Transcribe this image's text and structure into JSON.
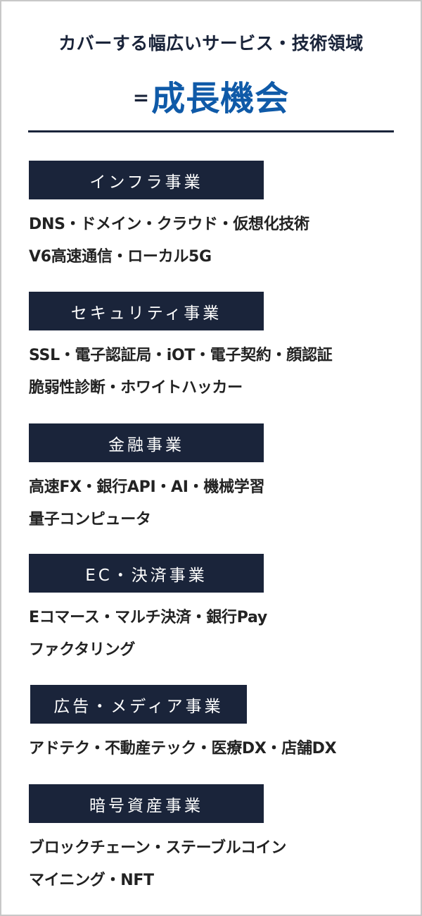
{
  "header": {
    "title": "カバーする幅広いサービス・技術領域",
    "equals": "=",
    "highlight": "成長機会",
    "highlight_color": "#0f5aa8",
    "text_color": "#1a243a"
  },
  "sections": [
    {
      "label": "インフラ事業",
      "lines": [
        "DNS・ドメイン・クラウド・仮想化技術",
        "V6高速通信・ローカル5G"
      ]
    },
    {
      "label": "セキュリティ事業",
      "lines": [
        "SSL・電子認証局・iOT・電子契約・顔認証",
        "脆弱性診断・ホワイトハッカー"
      ]
    },
    {
      "label": "金融事業",
      "lines": [
        "高速FX・銀行API・AI・機械学習",
        "量子コンピュータ"
      ]
    },
    {
      "label": "EC・決済事業",
      "lines": [
        "Eコマース・マルチ決済・銀行Pay",
        "ファクタリング"
      ]
    },
    {
      "label": "広告・メディア事業",
      "lines": [
        "アドテク・不動産テック・医療DX・店舗DX"
      ]
    },
    {
      "label": "暗号資産事業",
      "lines": [
        "ブロックチェーン・ステーブルコイン",
        "マイニング・NFT"
      ]
    }
  ]
}
